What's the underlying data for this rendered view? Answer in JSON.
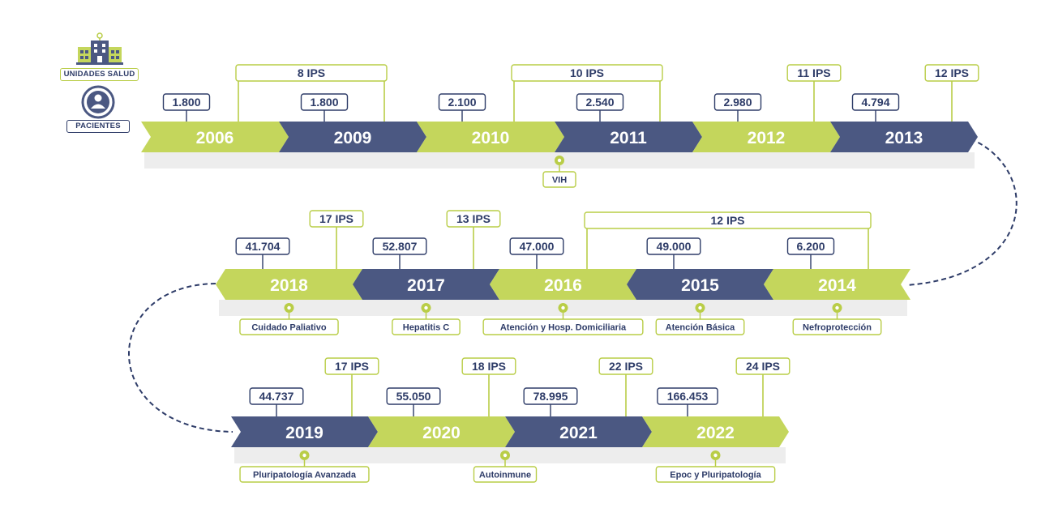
{
  "colors": {
    "green": "#c4d65c",
    "navy": "#4b5882",
    "ink": "#2e3c68",
    "accent": "#b9cd47"
  },
  "legend": {
    "units_label": "UNIDADES SALUD",
    "patients_label": "PACIENTES",
    "units_icon": "hospital-building-icon",
    "patients_icon": "user-circle-icon"
  },
  "rows": [
    {
      "direction": "right",
      "segments": [
        {
          "year": "2006",
          "color": "green",
          "patients": "1.800"
        },
        {
          "year": "2009",
          "color": "navy",
          "patients": "1.800"
        },
        {
          "year": "2010",
          "color": "green",
          "patients": "2.100"
        },
        {
          "year": "2011",
          "color": "navy",
          "patients": "2.540"
        },
        {
          "year": "2012",
          "color": "green",
          "patients": "2.980"
        },
        {
          "year": "2013",
          "color": "navy",
          "patients": "4.794"
        }
      ],
      "ips_groups": [
        {
          "label": "8 IPS",
          "from": 0,
          "to": 1
        },
        {
          "label": "10 IPS",
          "from": 2,
          "to": 3
        },
        {
          "label": "11 IPS",
          "from": 4,
          "to": 4
        },
        {
          "label": "12 IPS",
          "from": 5,
          "to": 5
        }
      ],
      "programs": [
        {
          "label": "VIH",
          "at": 3,
          "pos": "start"
        }
      ]
    },
    {
      "direction": "left",
      "segments": [
        {
          "year": "2018",
          "color": "green",
          "patients": "41.704"
        },
        {
          "year": "2017",
          "color": "navy",
          "patients": "52.807"
        },
        {
          "year": "2016",
          "color": "green",
          "patients": "47.000"
        },
        {
          "year": "2015",
          "color": "navy",
          "patients": "49.000"
        },
        {
          "year": "2014",
          "color": "green",
          "patients": "6.200"
        }
      ],
      "ips_groups": [
        {
          "label": "17 IPS",
          "from": 0,
          "to": 0
        },
        {
          "label": "13 IPS",
          "from": 1,
          "to": 1
        },
        {
          "label": "12 IPS",
          "from": 2,
          "to": 4
        }
      ],
      "programs": [
        {
          "label": "Cuidado Paliativo",
          "at": 0,
          "pos": "mid"
        },
        {
          "label": "Hepatitis C",
          "at": 1,
          "pos": "mid"
        },
        {
          "label": "Atención y Hosp. Domiciliaria",
          "at": 2,
          "pos": "mid"
        },
        {
          "label": "Atención Básica",
          "at": 3,
          "pos": "mid"
        },
        {
          "label": "Nefroprotección",
          "at": 4,
          "pos": "mid"
        }
      ]
    },
    {
      "direction": "right",
      "segments": [
        {
          "year": "2019",
          "color": "navy",
          "patients": "44.737"
        },
        {
          "year": "2020",
          "color": "green",
          "patients": "55.050"
        },
        {
          "year": "2021",
          "color": "navy",
          "patients": "78.995"
        },
        {
          "year": "2022",
          "color": "green",
          "patients": "166.453"
        }
      ],
      "ips_groups": [
        {
          "label": "17 IPS",
          "from": 0,
          "to": 0
        },
        {
          "label": "18 IPS",
          "from": 1,
          "to": 1
        },
        {
          "label": "22 IPS",
          "from": 2,
          "to": 2
        },
        {
          "label": "24 IPS",
          "from": 3,
          "to": 3
        }
      ],
      "programs": [
        {
          "label": "Pluripatología Avanzada",
          "at": 0,
          "pos": "mid"
        },
        {
          "label": "Autoinmune",
          "at": 1,
          "pos": "end"
        },
        {
          "label": "Epoc y Pluripatología",
          "at": 3,
          "pos": "mid"
        }
      ]
    }
  ]
}
